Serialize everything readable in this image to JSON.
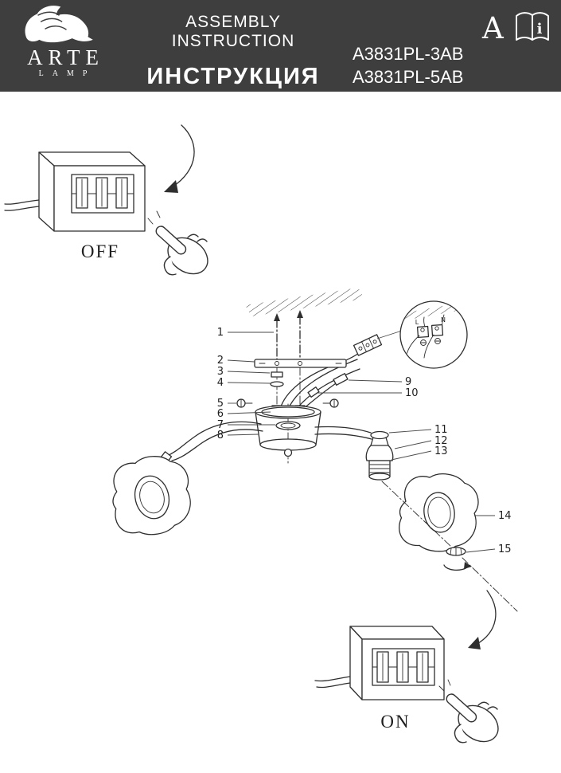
{
  "header": {
    "brand": {
      "name": "ARTE",
      "sub": "LAMP"
    },
    "title_en": "ASSEMBLY INSTRUCTION",
    "title_ru": "ИНСТРУКЦИЯ",
    "model_1": "A3831PL-3AB",
    "model_2": "A3831PL-5AB",
    "section_letter": "A",
    "manual_icon_label": "i"
  },
  "diagram": {
    "off_label": "OFF",
    "on_label": "ON",
    "terminal_left": "L",
    "terminal_right": "N",
    "part_numbers": [
      "1",
      "2",
      "3",
      "4",
      "5",
      "6",
      "7",
      "8",
      "9",
      "10",
      "11",
      "12",
      "13",
      "14",
      "15"
    ]
  },
  "colors": {
    "header_bg": "#3e3e3e",
    "ink": "#2e2e2e",
    "paper": "#ffffff"
  }
}
